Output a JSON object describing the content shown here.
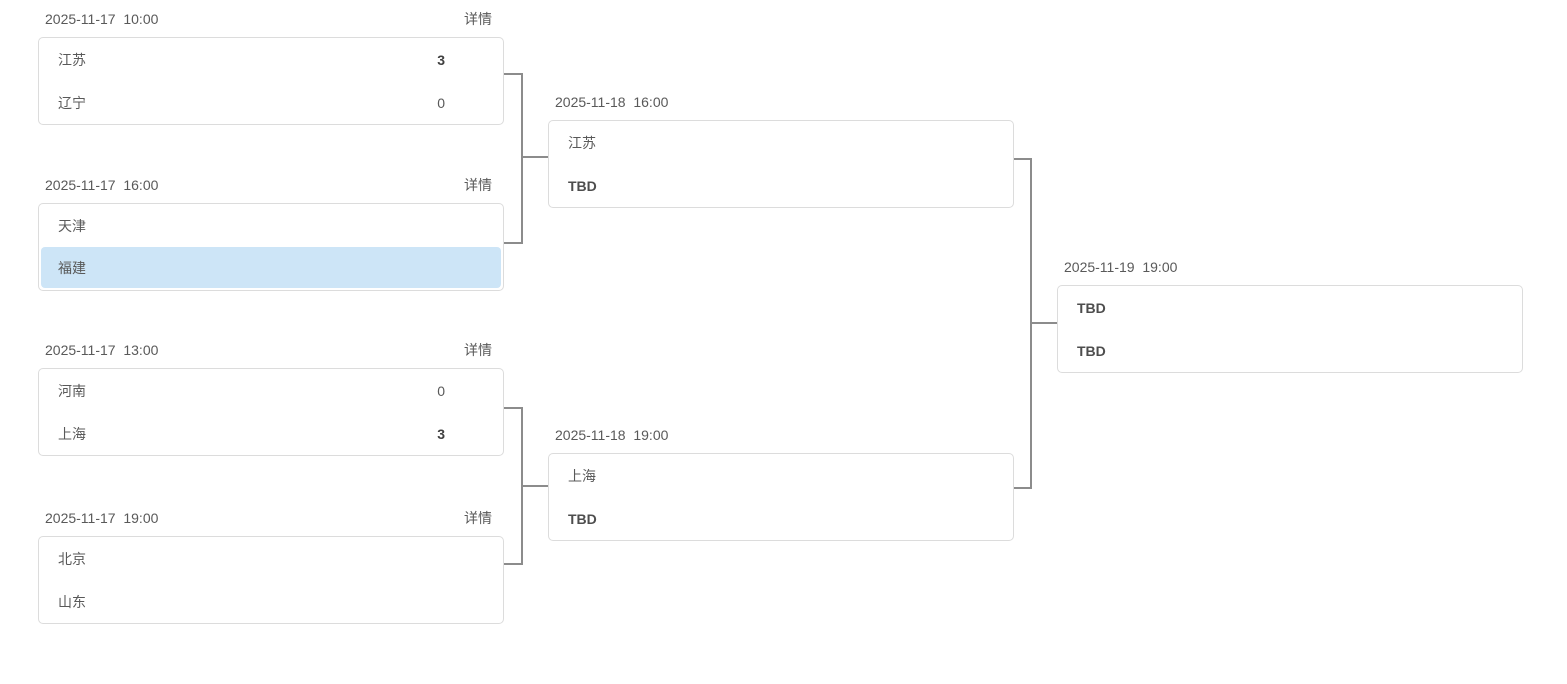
{
  "colors": {
    "card_border": "#dcdcdc",
    "connector_line": "#8c8c8c",
    "text": "#595959",
    "winner_text": "#404040",
    "highlight_row_bg": "#cde5f7"
  },
  "bracket": {
    "rounds": [
      {
        "matches": [
          {
            "datetime": "2025-11-17  10:00",
            "details": "详情",
            "teams": [
              {
                "name": "江苏",
                "score": "3",
                "winner": true
              },
              {
                "name": "辽宁",
                "score": "0",
                "winner": false
              }
            ]
          },
          {
            "datetime": "2025-11-17  16:00",
            "details": "详情",
            "teams": [
              {
                "name": "天津",
                "score": ""
              },
              {
                "name": "福建",
                "score": "",
                "highlighted": true
              }
            ]
          },
          {
            "datetime": "2025-11-17  13:00",
            "details": "详情",
            "teams": [
              {
                "name": "河南",
                "score": "0",
                "winner": false
              },
              {
                "name": "上海",
                "score": "3",
                "winner": true
              }
            ]
          },
          {
            "datetime": "2025-11-17  19:00",
            "details": "详情",
            "teams": [
              {
                "name": "北京",
                "score": ""
              },
              {
                "name": "山东",
                "score": ""
              }
            ]
          }
        ]
      },
      {
        "matches": [
          {
            "datetime": "2025-11-18  16:00",
            "teams": [
              {
                "name": "江苏",
                "score": ""
              },
              {
                "name": "TBD",
                "score": "",
                "tbd": true
              }
            ]
          },
          {
            "datetime": "2025-11-18  19:00",
            "teams": [
              {
                "name": "上海",
                "score": ""
              },
              {
                "name": "TBD",
                "score": "",
                "tbd": true
              }
            ]
          }
        ]
      },
      {
        "matches": [
          {
            "datetime": "2025-11-19  19:00",
            "teams": [
              {
                "name": "TBD",
                "score": "",
                "tbd": true
              },
              {
                "name": "TBD",
                "score": "",
                "tbd": true
              }
            ]
          }
        ]
      }
    ]
  }
}
